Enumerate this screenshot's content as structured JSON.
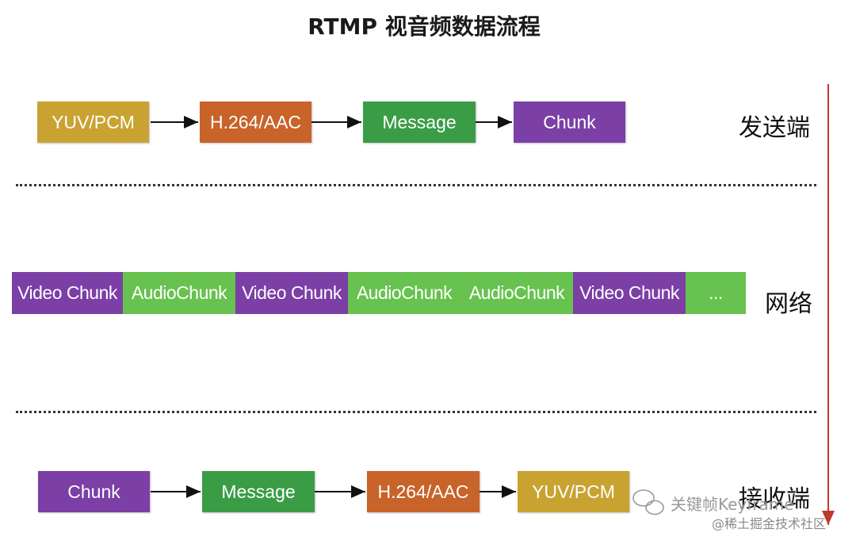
{
  "title": "RTMP 视音频数据流程",
  "colors": {
    "gold": "#C9A332",
    "orange": "#C8632A",
    "green": "#3A9D46",
    "purple": "#7B3FA6",
    "light_green": "#67C24F",
    "timeline_red": "#C0392B"
  },
  "sender": {
    "label": "发送端",
    "boxes": [
      "YUV/PCM",
      "H.264/AAC",
      "Message",
      "Chunk"
    ]
  },
  "network": {
    "label": "网络",
    "chunks": [
      "Video Chunk",
      "AudioChunk",
      "Video Chunk",
      "AudioChunk",
      "AudioChunk",
      "Video Chunk",
      "..."
    ]
  },
  "receiver": {
    "label": "接收端",
    "boxes": [
      "Chunk",
      "Message",
      "H.264/AAC",
      "YUV/PCM"
    ]
  },
  "watermark": {
    "line1": "关键帧Keyframe",
    "line2": "@稀土掘金技术社区"
  }
}
